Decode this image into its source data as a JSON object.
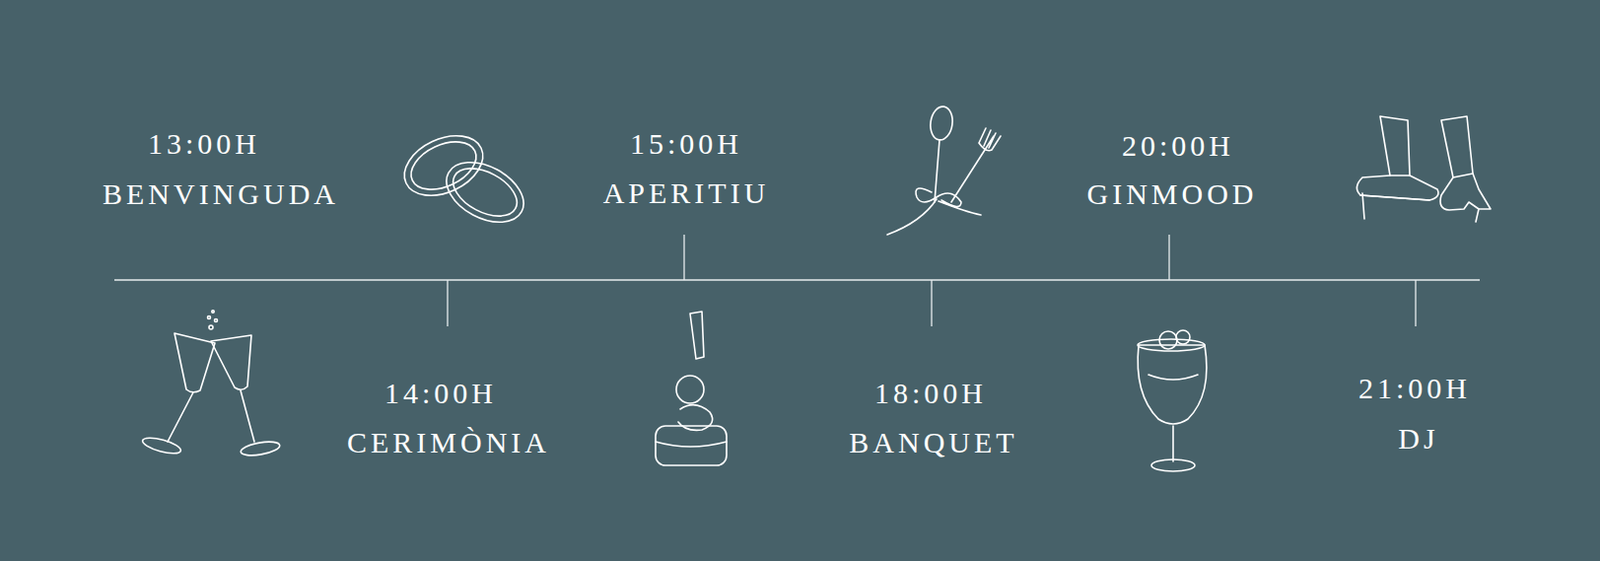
{
  "diagram": {
    "labels": [
      "13:00H",
      "BENVINGUDA",
      "14:00H",
      "CERIMÒNIA",
      "15:00H",
      "APERITIU",
      "18:00H",
      "BANQUET",
      "20:00H",
      "GINMOOD",
      "21:00H",
      "DJ"
    ]
  }
}
